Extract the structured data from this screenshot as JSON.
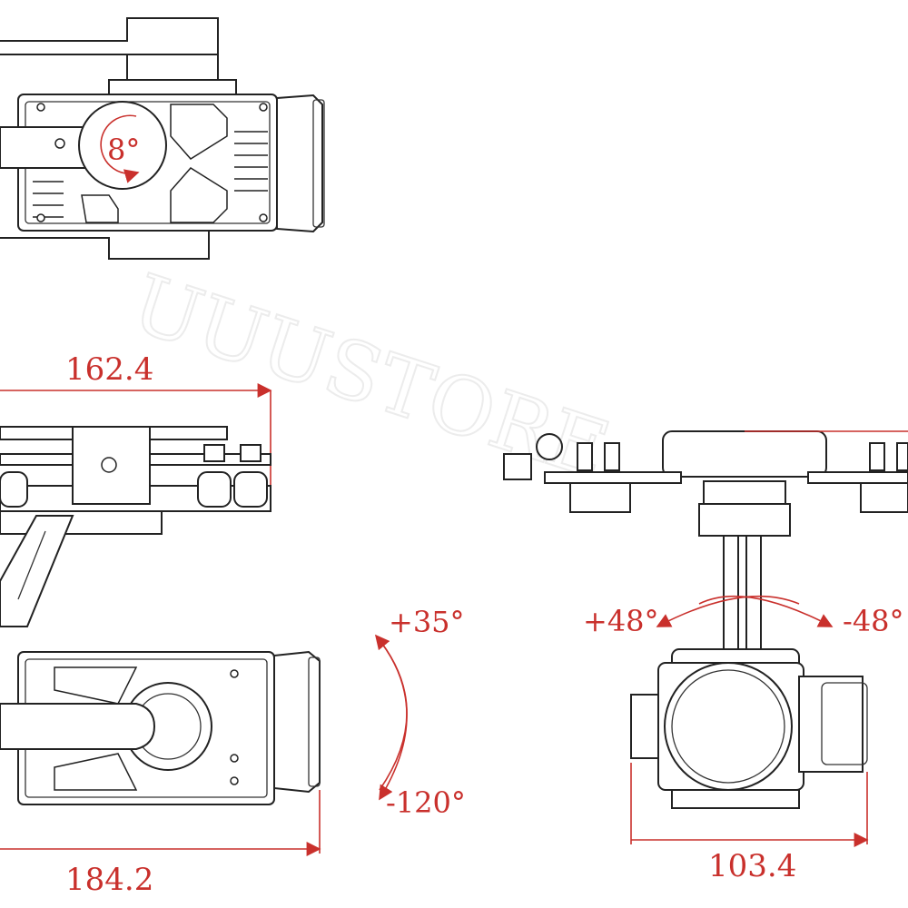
{
  "watermark": "UUUSTORE",
  "views": {
    "top_view": {
      "roll_label": "8°"
    },
    "side_view": {
      "width_top": "162.4",
      "width_bottom": "184.2",
      "tilt_up": "+35°",
      "tilt_down": "-120°"
    },
    "front_view": {
      "pan_left": "+48°",
      "pan_right": "-48°",
      "width": "103.4"
    }
  },
  "colors": {
    "dimension": "#c9302c",
    "line": "#222222",
    "watermark": "#ececec"
  }
}
